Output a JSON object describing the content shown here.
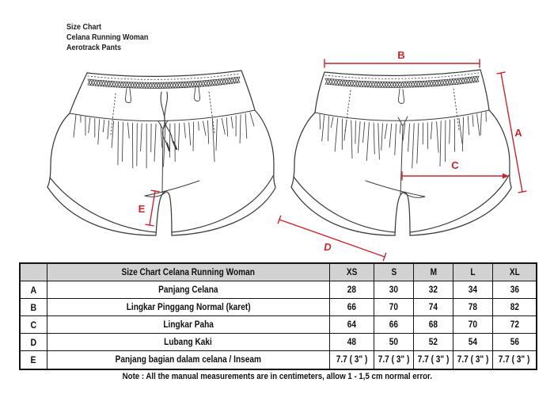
{
  "header": {
    "lines": [
      "Size Chart",
      "Celana Running Woman",
      "Aerotrack Pants"
    ]
  },
  "diagram": {
    "labels": {
      "A": "A",
      "B": "B",
      "C": "C",
      "D": "D",
      "E": "E"
    },
    "accent_color": "#c9252b",
    "line_color": "#3b3b3b",
    "views": [
      "front-shorts",
      "back-shorts"
    ]
  },
  "table": {
    "title": "Size Chart Celana Running Woman",
    "size_headers": [
      "XS",
      "S",
      "M",
      "L",
      "XL"
    ],
    "rows": [
      {
        "key": "A",
        "label": "Panjang Celana",
        "values": [
          "28",
          "30",
          "32",
          "34",
          "36"
        ]
      },
      {
        "key": "B",
        "label": "Lingkar Pinggang Normal (karet)",
        "values": [
          "66",
          "70",
          "74",
          "78",
          "82"
        ]
      },
      {
        "key": "C",
        "label": "Lingkar Paha",
        "values": [
          "64",
          "66",
          "68",
          "70",
          "72"
        ]
      },
      {
        "key": "D",
        "label": "Lubang Kaki",
        "values": [
          "48",
          "50",
          "52",
          "54",
          "56"
        ]
      },
      {
        "key": "E",
        "label": "Panjang bagian dalam celana / Inseam",
        "values": [
          "7.7 ( 3\" )",
          "7.7 ( 3\" )",
          "7.7 ( 3\" )",
          "7.7 ( 3\" )",
          "7.7 ( 3\" )"
        ]
      }
    ]
  },
  "note": "Note : All the manual measurements are in centimeters, allow 1 - 1,5 cm normal error."
}
